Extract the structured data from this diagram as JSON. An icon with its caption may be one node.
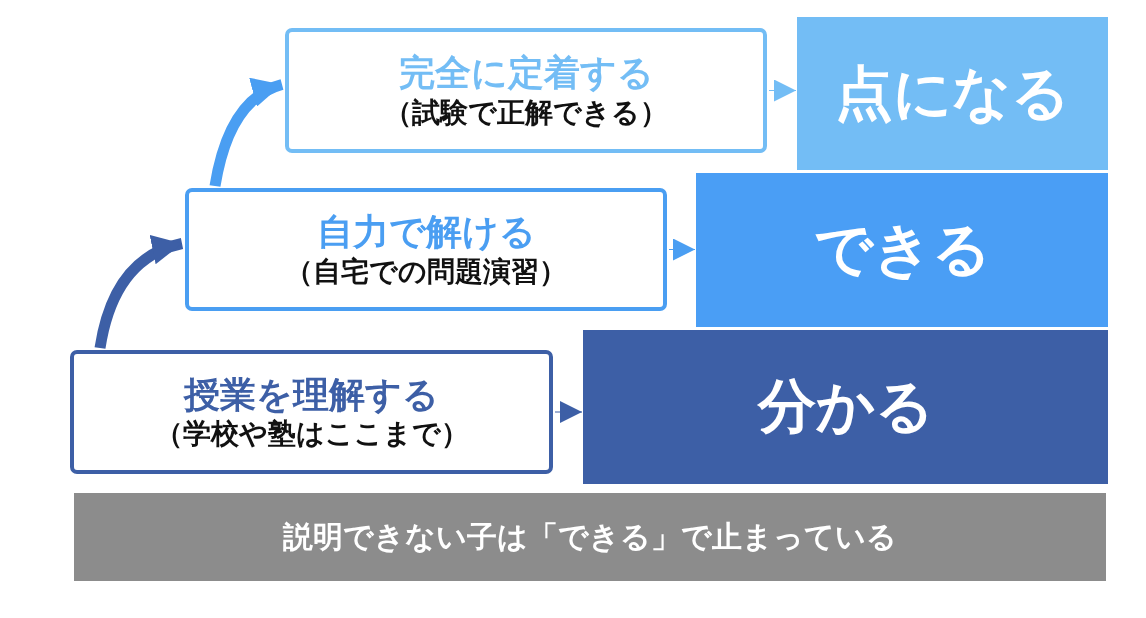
{
  "diagram": {
    "nodes": [
      {
        "text": [
          "授業を理解する",
          "（学校や塾はここまで）"
        ]
      },
      {
        "text": [
          "分かる"
        ]
      },
      {
        "text": [
          "自力で解ける",
          "（自宅での問題演習）"
        ]
      },
      {
        "text": [
          "できる"
        ]
      },
      {
        "text": [
          "完全に定着する",
          "（試験で正解できる）"
        ]
      },
      {
        "text": [
          "点になる"
        ]
      },
      {
        "text": [
          "説明できない子は「できる」で止まっている"
        ]
      }
    ],
    "edges": [
      {
        "from": 0,
        "to": 1,
        "arrow": "to",
        "color": "#3d5fa6"
      },
      {
        "from": 2,
        "to": 3,
        "arrow": "to",
        "color": "#4a9ef2"
      },
      {
        "from": 4,
        "to": 5,
        "arrow": "to",
        "color": "#73bdf5"
      },
      {
        "from": 0,
        "to": 2,
        "arrow": "to",
        "style": "thick",
        "color": "#3d5fa6"
      },
      {
        "from": 2,
        "to": 4,
        "arrow": "to",
        "style": "thick",
        "color": "#4a9ef2"
      }
    ]
  }
}
